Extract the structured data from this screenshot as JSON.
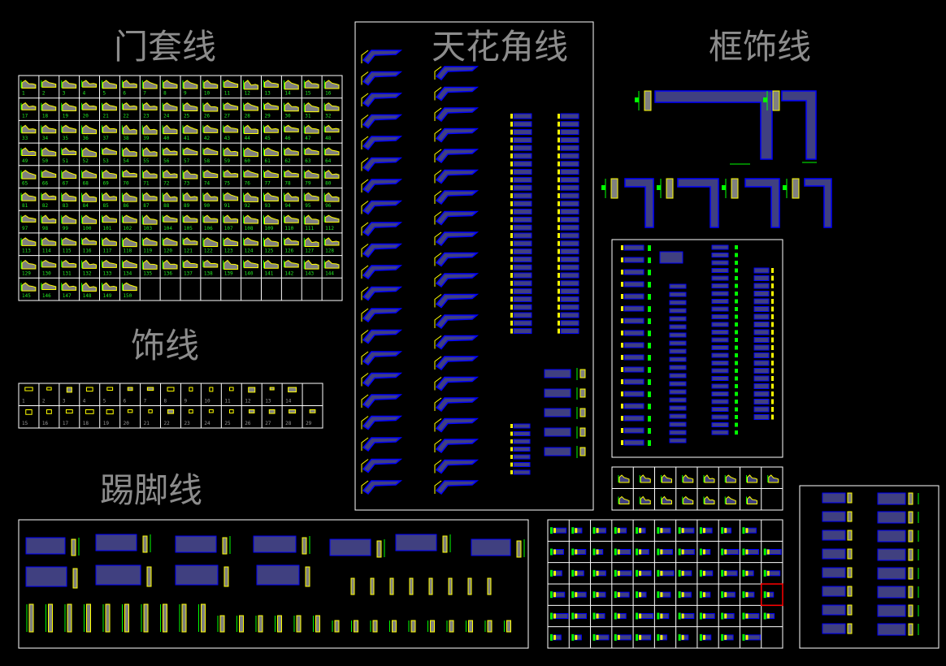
{
  "titles": {
    "door_casing": "门套线",
    "ceiling_cornice": "天花角线",
    "frame_moulding": "框饰线",
    "decor_line": "饰线",
    "skirting": "踢脚线"
  },
  "door_casing_grid": {
    "columns": 16,
    "labels": [
      "1",
      "2",
      "3",
      "4",
      "5",
      "6",
      "7",
      "8",
      "9",
      "10",
      "11",
      "12",
      "13",
      "14",
      "15",
      "16",
      "17",
      "18",
      "19",
      "20",
      "21",
      "22",
      "23",
      "24",
      "25",
      "26",
      "27",
      "28",
      "29",
      "30",
      "31",
      "32",
      "33",
      "34",
      "35",
      "36",
      "37",
      "38",
      "39",
      "40",
      "41",
      "42",
      "43",
      "44",
      "45",
      "46",
      "47",
      "48",
      "49",
      "50",
      "51",
      "52",
      "53",
      "54",
      "55",
      "56",
      "57",
      "58",
      "59",
      "60",
      "61",
      "62",
      "63",
      "64",
      "65",
      "66",
      "67",
      "68",
      "69",
      "70",
      "71",
      "72",
      "73",
      "74",
      "75",
      "76",
      "77",
      "78",
      "79",
      "80",
      "81",
      "82",
      "83",
      "84",
      "85",
      "86",
      "87",
      "88",
      "89",
      "90",
      "91",
      "92",
      "93",
      "94",
      "95",
      "96",
      "97",
      "98",
      "99",
      "100",
      "101",
      "102",
      "103",
      "104",
      "105",
      "106",
      "107",
      "108",
      "109",
      "110",
      "111",
      "112",
      "113",
      "114",
      "115",
      "116",
      "117",
      "118",
      "119",
      "120",
      "121",
      "122",
      "123",
      "124",
      "125",
      "126",
      "127",
      "128",
      "129",
      "130",
      "131",
      "132",
      "133",
      "134",
      "135",
      "136",
      "137",
      "138",
      "139",
      "140",
      "141",
      "142",
      "143",
      "144",
      "145",
      "146",
      "147",
      "148",
      "149",
      "150"
    ]
  },
  "decor_line_grid": {
    "columns": 15,
    "row1_labels": [
      "1",
      "2",
      "3",
      "4",
      "5",
      "6",
      "7",
      "8",
      "9",
      "10",
      "11",
      "12",
      "13",
      "14"
    ],
    "row2_labels": [
      "15",
      "16",
      "17",
      "18",
      "19",
      "20",
      "21",
      "22",
      "23",
      "24",
      "25",
      "26",
      "27",
      "28",
      "29"
    ]
  },
  "colors": {
    "background": "#000000",
    "frame": "#ffffff",
    "title": "#8c8c8c",
    "profile_outline": "#ffff00",
    "profile_fill": "#808080",
    "dimension": "#00ff00",
    "moulding_blue": "#0000ff",
    "moulding_fill": "#404080",
    "highlight": "#ff0000"
  }
}
